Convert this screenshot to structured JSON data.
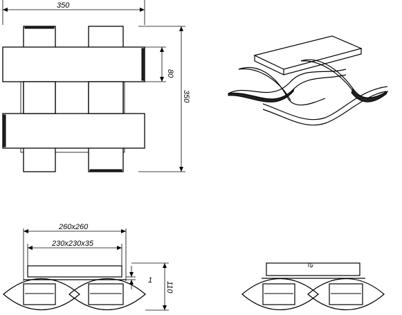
{
  "top_view": {
    "width_label": "350",
    "bar_height_label": "80",
    "height_label": "350"
  },
  "side_view": {
    "outer_label": "260x260",
    "inner_label": "230x230x35",
    "gap_label": "1",
    "height_label": "110"
  }
}
